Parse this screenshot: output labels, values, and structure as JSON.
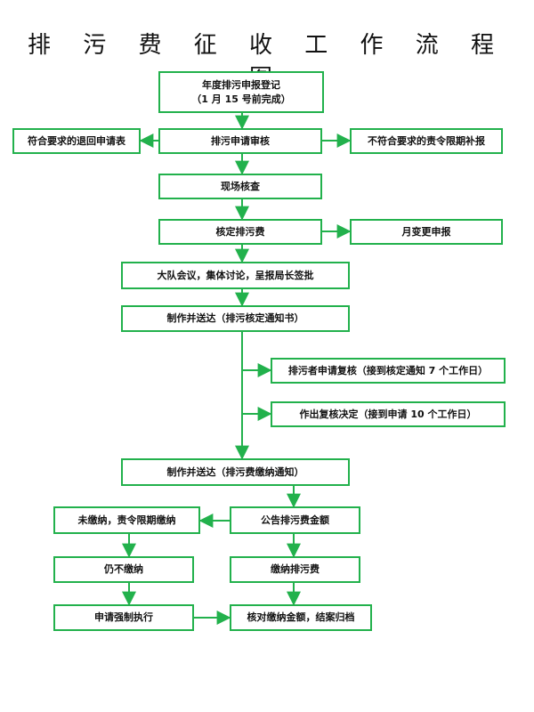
{
  "title": "排 污 费 征 收 工 作 流 程 图",
  "colors": {
    "line": "#22b14c"
  },
  "boxes": {
    "declare_l1": "年度排污申报登记",
    "declare_l2": "（1 月 15 号前完成）",
    "reject_return": "符合要求的退回申请表",
    "review": "排污申请审核",
    "supplement": "不符合要求的责令限期补报",
    "site_check": "现场核查",
    "verify_fee": "核定排污费",
    "monthly_change": "月变更申报",
    "meeting": "大队会议，集体讨论，呈报局长签批",
    "deliver_notice": "制作并送达（排污核定通知书）",
    "recheck_request": "排污者申请复核（接到核定通知 7 个工作日）",
    "recheck_decision": "作出复核决定（接到申请 10 个工作日）",
    "deliver_payment": "制作并送达（排污费缴纳通知）",
    "unpaid_deadline": "未缴纳，责令限期缴纳",
    "announce": "公告排污费金额",
    "still_unpaid": "仍不缴纳",
    "pay_fee": "缴纳排污费",
    "enforce": "申请强制执行",
    "verify_close": "核对缴纳金额，结案归档"
  }
}
